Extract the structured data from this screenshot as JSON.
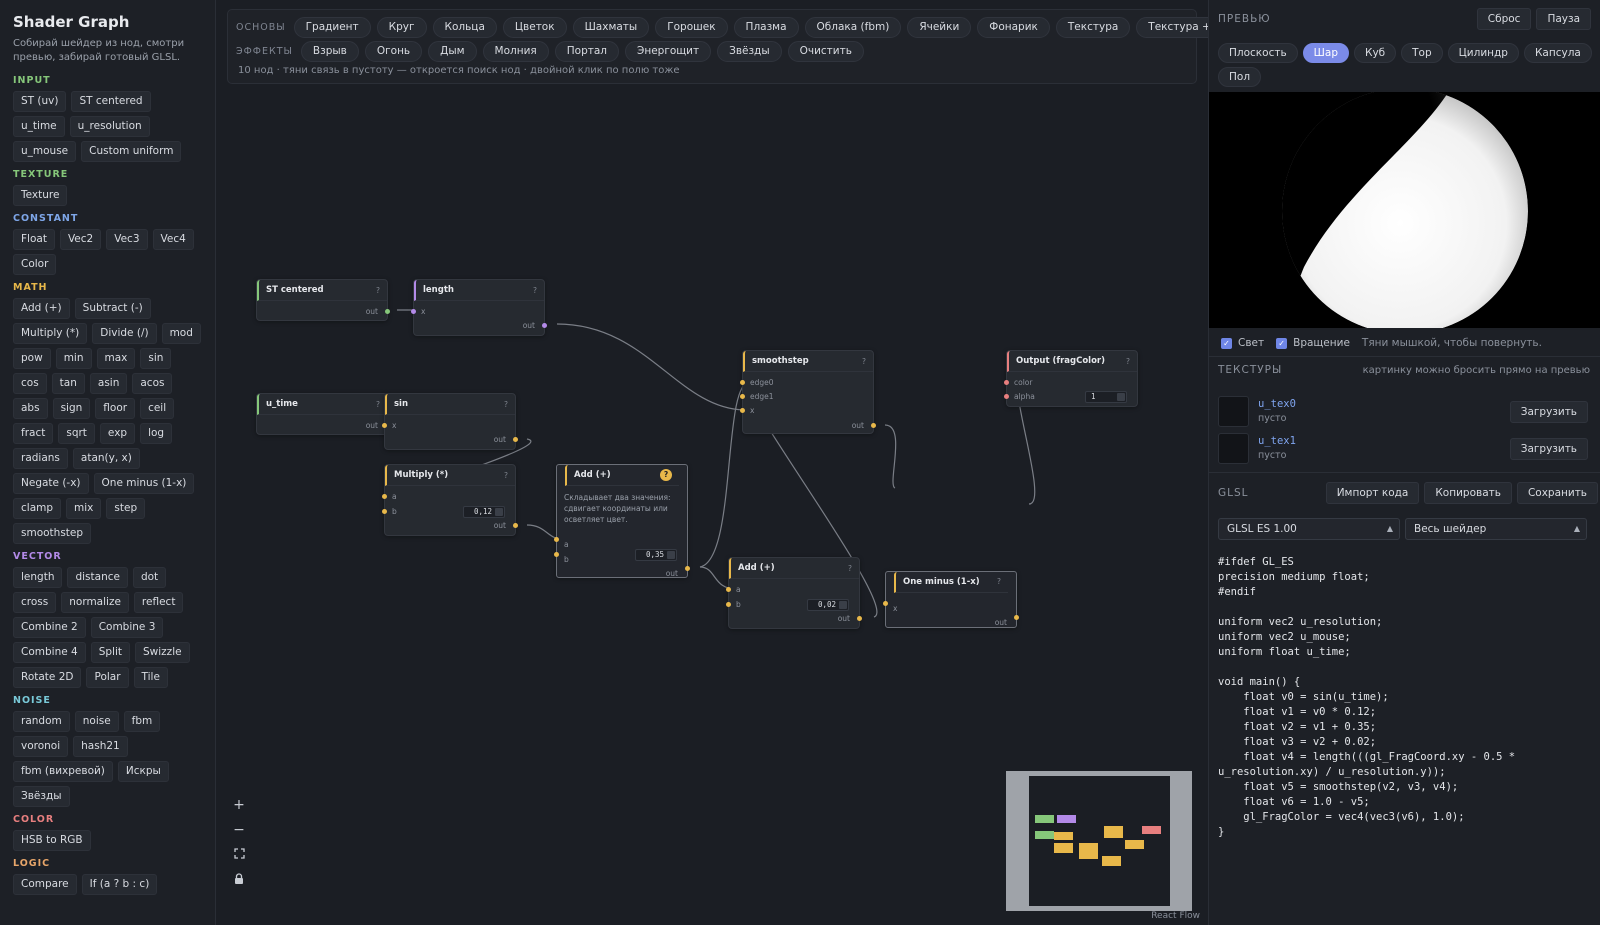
{
  "sidebar": {
    "title": "Shader Graph",
    "subtitle": "Собирай шейдер из нод, смотри превью, забирай готовый GLSL.",
    "categories": [
      {
        "name": "INPUT",
        "color": "#86c77a",
        "items": [
          "ST (uv)",
          "ST centered",
          "u_time",
          "u_resolution",
          "u_mouse",
          "Custom uniform"
        ]
      },
      {
        "name": "TEXTURE",
        "color": "#86c77a",
        "items": [
          "Texture"
        ]
      },
      {
        "name": "CONSTANT",
        "color": "#7ea6e8",
        "items": [
          "Float",
          "Vec2",
          "Vec3",
          "Vec4",
          "Color"
        ]
      },
      {
        "name": "MATH",
        "color": "#e8b84a",
        "items": [
          "Add (+)",
          "Subtract (-)",
          "Multiply (*)",
          "Divide (/)",
          "mod",
          "pow",
          "min",
          "max",
          "sin",
          "cos",
          "tan",
          "asin",
          "acos",
          "abs",
          "sign",
          "floor",
          "ceil",
          "fract",
          "sqrt",
          "exp",
          "log",
          "radians",
          "atan(y, x)",
          "Negate (-x)",
          "One minus (1-x)",
          "clamp",
          "mix",
          "step",
          "smoothstep"
        ]
      },
      {
        "name": "VECTOR",
        "color": "#b38ae8",
        "items": [
          "length",
          "distance",
          "dot",
          "cross",
          "normalize",
          "reflect",
          "Combine 2",
          "Combine 3",
          "Combine 4",
          "Split",
          "Swizzle",
          "Rotate 2D",
          "Polar",
          "Tile"
        ]
      },
      {
        "name": "NOISE",
        "color": "#79c9d8",
        "items": [
          "random",
          "noise",
          "fbm",
          "voronoi",
          "hash21",
          "fbm (вихревой)",
          "Искры",
          "Звёзды"
        ]
      },
      {
        "name": "COLOR",
        "color": "#e87f7f",
        "items": [
          "HSB to RGB"
        ]
      },
      {
        "name": "LOGIC",
        "color": "#e8a66a",
        "items": [
          "Compare",
          "If (a ? b : c)"
        ]
      }
    ]
  },
  "toolbar": {
    "basics_label": "ОСНОВЫ",
    "basics": [
      "Градиент",
      "Круг",
      "Кольца",
      "Цветок",
      "Шахматы",
      "Горошек",
      "Плазма",
      "Облака (fbm)",
      "Ячейки",
      "Фонарик",
      "Текстура",
      "Текстура + шум"
    ],
    "effects_label": "ЭФФЕКТЫ",
    "effects": [
      "Взрыв",
      "Огонь",
      "Дым",
      "Молния",
      "Портал",
      "Энергощит",
      "Звёзды",
      "Очистить"
    ],
    "hint": "10 нод · тяни связь в пустоту — откроется поиск нод · двойной клик по полю тоже"
  },
  "graph": {
    "port_out": "out",
    "nodes": {
      "st_centered": {
        "title": "ST centered",
        "q": "?"
      },
      "length": {
        "title": "length",
        "q": "?",
        "in_x": "x"
      },
      "u_time": {
        "title": "u_time",
        "q": "?"
      },
      "sin": {
        "title": "sin",
        "q": "?",
        "in_x": "x"
      },
      "multiply": {
        "title": "Multiply (*)",
        "q": "?",
        "in_a": "a",
        "in_b": "b",
        "b_value": "0,12"
      },
      "add1": {
        "title": "Add (+)",
        "q": "?",
        "desc": "Складывает два значения: сдвигает координаты или осветляет цвет.",
        "in_a": "a",
        "in_b": "b",
        "b_value": "0,35"
      },
      "smoothstep": {
        "title": "smoothstep",
        "q": "?",
        "in_edge0": "edge0",
        "in_edge1": "edge1",
        "in_x": "x"
      },
      "add2": {
        "title": "Add (+)",
        "q": "?",
        "in_a": "a",
        "in_b": "b",
        "b_value": "0,02"
      },
      "one_minus": {
        "title": "One minus (1-x)",
        "q": "?",
        "in_x": "x"
      },
      "output": {
        "title": "Output (fragColor)",
        "q": "?",
        "in_color": "color",
        "in_alpha": "alpha",
        "alpha_value": "1"
      }
    },
    "colors": {
      "input": "#86c77a",
      "math": "#e8b84a",
      "vector": "#b38ae8",
      "output": "#e87f7f",
      "wire": "#7a7e86"
    },
    "attribution": "React Flow"
  },
  "preview": {
    "title": "ПРЕВЬЮ",
    "reset": "Сброс",
    "pause": "Пауза",
    "shapes": [
      "Плоскость",
      "Шар",
      "Куб",
      "Тор",
      "Цилиндр",
      "Капсула",
      "Пол"
    ],
    "active_shape": "Шар",
    "light_label": "Свет",
    "rotate_label": "Вращение",
    "drag_hint": "Тяни мышкой, чтобы повернуть."
  },
  "textures": {
    "title": "ТЕКСТУРЫ",
    "hint": "картинку можно бросить прямо на превью",
    "items": [
      {
        "name": "u_tex0",
        "status": "пусто",
        "button": "Загрузить"
      },
      {
        "name": "u_tex1",
        "status": "пусто",
        "button": "Загрузить"
      }
    ]
  },
  "glsl": {
    "title": "GLSL",
    "import": "Импорт кода",
    "copy": "Копировать",
    "save": "Сохранить",
    "version": "GLSL ES 1.00",
    "scope": "Весь шейдер",
    "code": "#ifdef GL_ES\nprecision mediump float;\n#endif\n\nuniform vec2 u_resolution;\nuniform vec2 u_mouse;\nuniform float u_time;\n\nvoid main() {\n    float v0 = sin(u_time);\n    float v1 = v0 * 0.12;\n    float v2 = v1 + 0.35;\n    float v3 = v2 + 0.02;\n    float v4 = length(((gl_FragCoord.xy - 0.5 *\nu_resolution.xy) / u_resolution.y));\n    float v5 = smoothstep(v2, v3, v4);\n    float v6 = 1.0 - v5;\n    gl_FragColor = vec4(vec3(v6), 1.0);\n}"
  }
}
